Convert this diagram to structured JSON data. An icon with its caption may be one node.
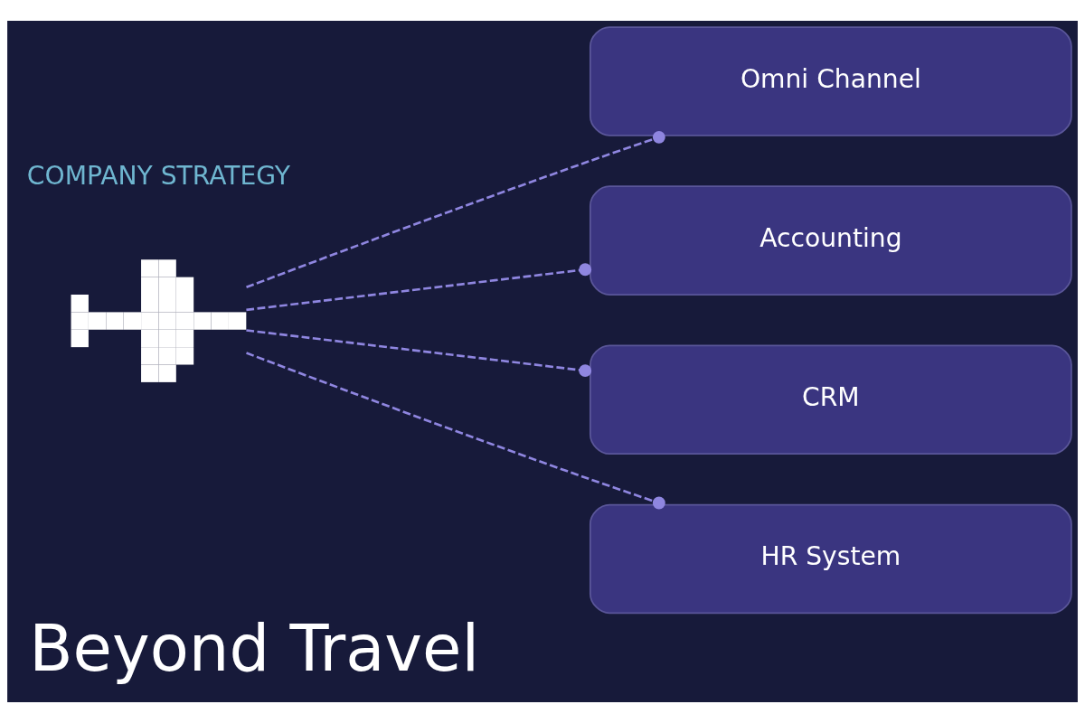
{
  "diagram": {
    "title": "Beyond Travel",
    "nodes": [
      {
        "text": [],
        "shape": "picture"
      },
      {
        "text": [
          "Omni Channel"
        ]
      },
      {
        "text": [
          "Accounting"
        ]
      },
      {
        "text": [
          "CRM"
        ]
      },
      {
        "text": [
          "HR System"
        ]
      }
    ],
    "edges": [
      {
        "from": 0,
        "to": 1,
        "arrow": "other",
        "style": "dashed"
      },
      {
        "from": 0,
        "to": 2,
        "arrow": "other",
        "style": "dashed"
      },
      {
        "from": 0,
        "to": 3,
        "arrow": "other",
        "style": "dashed"
      },
      {
        "from": 0,
        "to": 4,
        "arrow": "other",
        "style": "dashed"
      }
    ],
    "labels": [
      "COMPANY STRATEGY"
    ]
  }
}
